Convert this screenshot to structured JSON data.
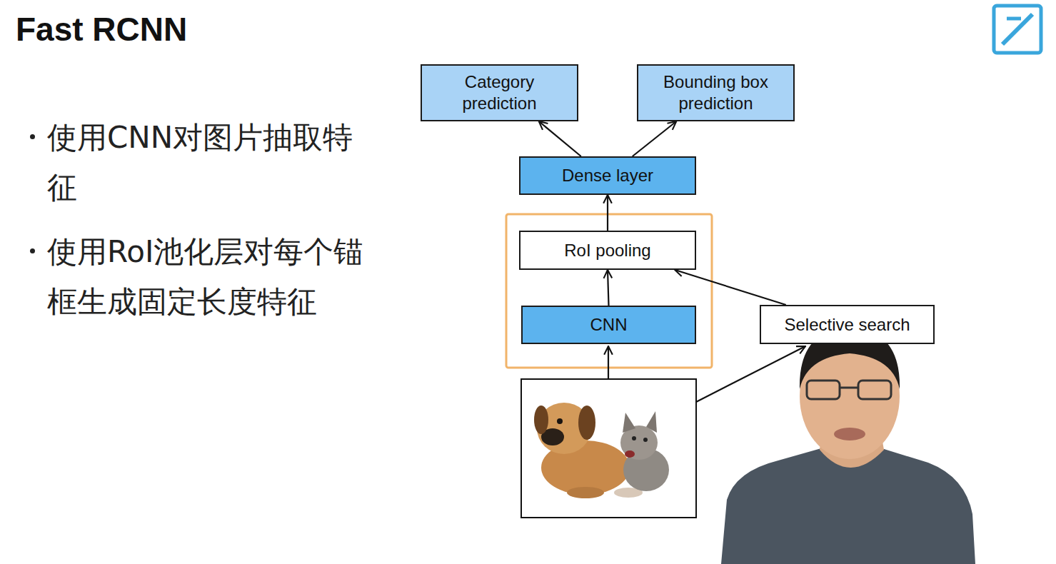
{
  "diagram": {
    "title": "Fast RCNN",
    "nodes": [
      {
        "text": [
          "Category prediction"
        ]
      },
      {
        "text": [
          "Bounding box prediction"
        ]
      },
      {
        "text": [
          "Dense layer"
        ]
      },
      {
        "text": [
          "RoI pooling"
        ]
      },
      {
        "text": [
          "CNN"
        ]
      },
      {
        "text": [
          "Selective search"
        ]
      }
    ],
    "edges": [
      {
        "from": 4,
        "to": 3,
        "arrow": "to"
      },
      {
        "from": 5,
        "to": 3,
        "arrow": "to"
      },
      {
        "from": 3,
        "to": 2,
        "arrow": "to"
      },
      {
        "from": 2,
        "to": 0,
        "arrow": "to"
      },
      {
        "from": 2,
        "to": 1,
        "arrow": "to"
      }
    ],
    "labels": [
      "使用CNN对图片抽取特征",
      "使用RoI池化层对每个锚框生成固定长度特征"
    ]
  }
}
